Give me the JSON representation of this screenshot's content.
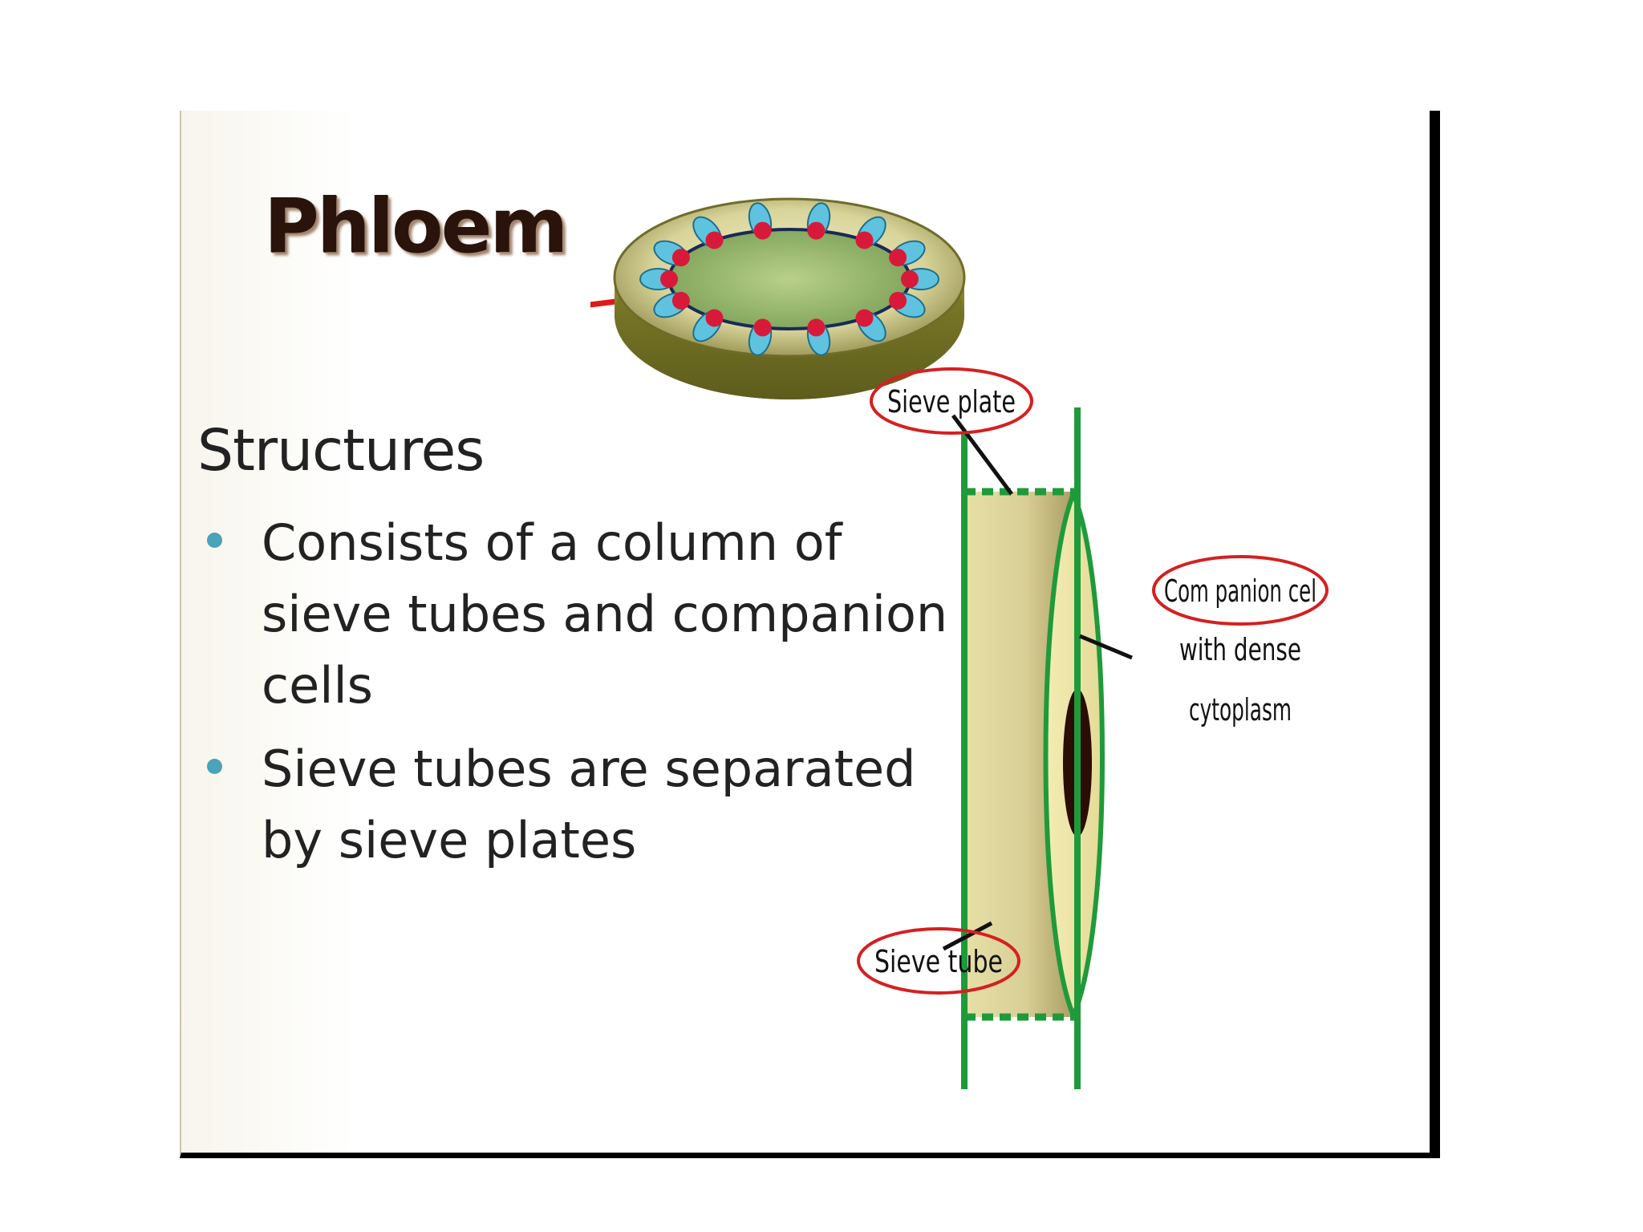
{
  "slide": {
    "title": "Phloem",
    "heading": "Structures",
    "bullets": [
      "Consists of a column of sieve tubes and companion cells",
      "Sieve tubes are separated by sieve plates"
    ]
  },
  "diagram": {
    "labels": {
      "sieve_plate": "Sieve plate",
      "companion_cell_line1": "Com panion cel",
      "companion_cell_line2": "with dense",
      "companion_cell_line3": "cytoplasm",
      "sieve_tube": "Sieve tube"
    }
  },
  "colors": {
    "cell_wall_green": "#1f9a3a",
    "highlight_ellipse_red": "#d42020",
    "arrow_red": "#e01818",
    "bullet_teal": "#4aa3b8",
    "title_brown": "#2a130b"
  },
  "icons": {
    "bullet": "bullet-dot",
    "pointer": "red-arrow-icon"
  }
}
